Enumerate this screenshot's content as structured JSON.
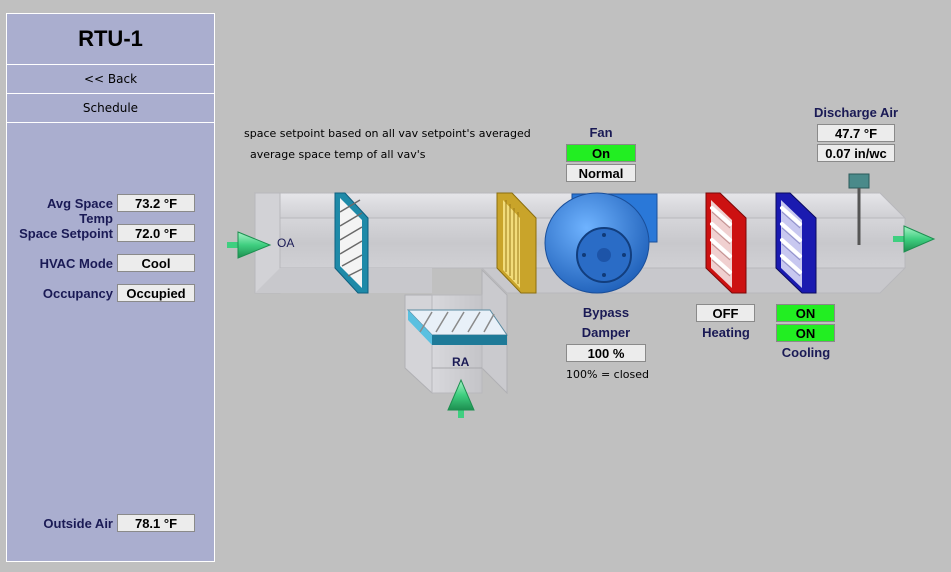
{
  "sidebar": {
    "title": "RTU-1",
    "back_label": "<< Back",
    "schedule_label": "Schedule",
    "points": [
      {
        "label": "Avg Space Temp",
        "value": "73.2 °F"
      },
      {
        "label": "Space Setpoint",
        "value": "72.0 °F"
      },
      {
        "label": "HVAC Mode",
        "value": "Cool"
      },
      {
        "label": "Occupancy",
        "value": "Occupied"
      }
    ],
    "outside_air": {
      "label": "Outside Air",
      "value": "78.1 °F"
    }
  },
  "notes": {
    "line1": "space setpoint based on all vav setpoint's averaged",
    "line2": "average space temp of all vav's"
  },
  "fan": {
    "label": "Fan",
    "status": "On",
    "mode": "Normal"
  },
  "discharge_air": {
    "label": "Discharge Air",
    "temp": "47.7 °F",
    "pressure": "0.07 in/wc"
  },
  "duct": {
    "oa_label": "OA",
    "ra_label": "RA"
  },
  "bypass": {
    "label_line1": "Bypass",
    "label_line2": "Damper",
    "value": "100 %",
    "note": "100% = closed"
  },
  "heating": {
    "status": "OFF",
    "label": "Heating"
  },
  "cooling": {
    "stage1": "ON",
    "stage2": "ON",
    "label": "Cooling"
  },
  "colors": {
    "background": "#c0c0c0",
    "sidebar": "#aaaecf",
    "label_text": "#1a1a55",
    "status_on": "#22ee22",
    "fan_blue": "#2a78d8",
    "heating_coil": "#cc1111",
    "cooling_coil": "#1a1ab0",
    "arrow_green": "#3fcf80"
  },
  "icons": {
    "oa_arrow": "right-arrow-icon",
    "ra_arrow": "up-arrow-icon",
    "discharge_arrow": "right-arrow-icon",
    "fan": "centrifugal-fan-icon",
    "sensor": "temperature-probe-icon"
  }
}
